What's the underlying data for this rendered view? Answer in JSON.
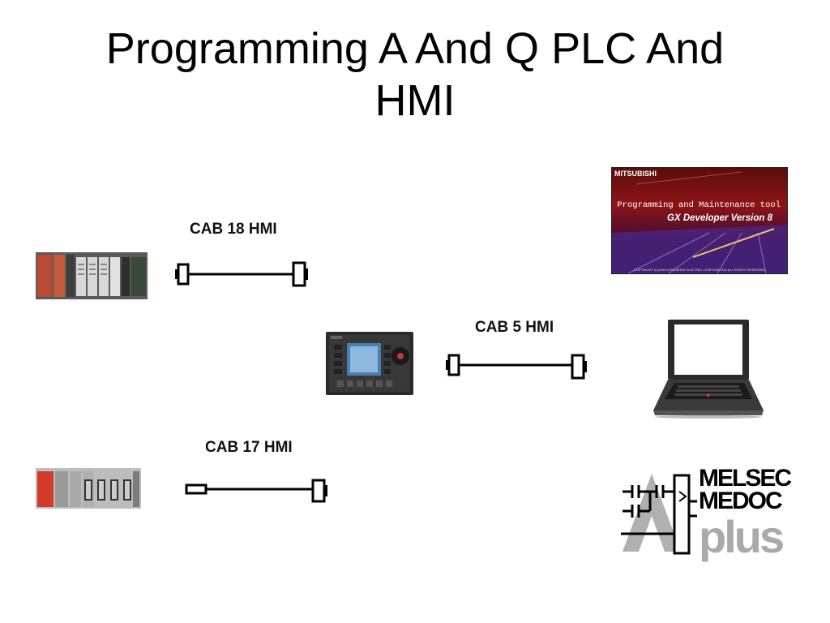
{
  "title": {
    "line1": "Programming A And Q PLC And",
    "line2": "HMI"
  },
  "cables": {
    "cab18": "CAB 18 HMI",
    "cab5": "CAB 5 HMI",
    "cab17": "CAB 17 HMI"
  },
  "gx_developer": {
    "brand": "MITSUBISHI",
    "line1": "Programming and Maintenance tool",
    "line2": "GX Developer Version 8",
    "copyright": "COPYRIGHT (C)2000 MITSUBISHI ELECTRIC CORPORATION ALL RIGHTS RESERVED"
  },
  "melsec_logo": {
    "line1": "MELSEC",
    "line2": "MEDOC",
    "line3": "plus"
  },
  "icons": [
    "a-series-plc-rack-image",
    "q-series-plc-rack-image",
    "hmi-panel-image",
    "laptop-image",
    "melsec-medoc-logo"
  ]
}
